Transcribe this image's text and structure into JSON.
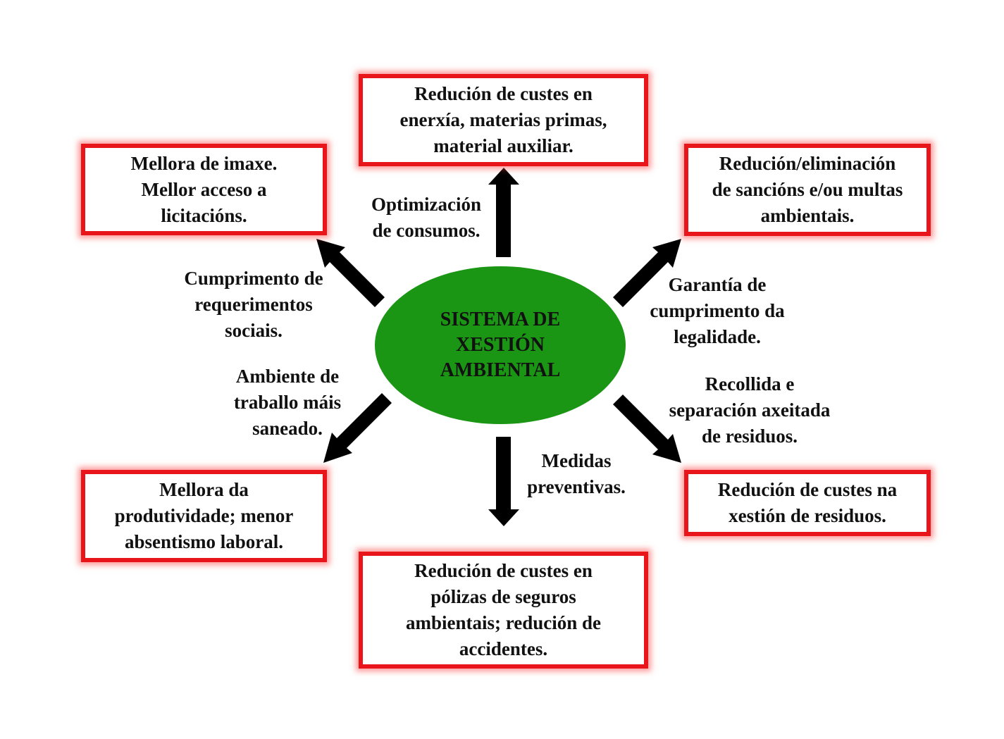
{
  "center": {
    "lines": [
      "SISTEMA DE",
      "XESTIÓN",
      "AMBIENTAL"
    ]
  },
  "colors": {
    "box_border": "#e8151b",
    "center_fill": "#1a9614",
    "arrow": "#000000"
  },
  "benefits": {
    "top": [
      "Redución de custes en",
      "enerxía, materias primas,",
      "material auxiliar."
    ],
    "top_left": [
      "Mellora de imaxe.",
      "Mellor acceso a",
      "licitacións."
    ],
    "top_right": [
      "Redución/eliminación",
      "de sancións e/ou multas",
      "ambientais."
    ],
    "bottom_left": [
      "Mellora da",
      "produtividade; menor",
      "absentismo laboral."
    ],
    "bottom_right": [
      "Redución de custes na",
      "xestión de residuos."
    ],
    "bottom": [
      "Redución de custes en",
      "pólizas de seguros",
      "ambientais; redución de",
      "accidentes."
    ]
  },
  "labels": {
    "up": [
      "Optimización",
      "de consumos."
    ],
    "up_left": [
      "Cumprimento de",
      "requerimentos",
      "sociais."
    ],
    "up_right": [
      "Garantía de",
      "cumprimento da",
      "legalidade."
    ],
    "down_left": [
      "Ambiente de",
      "traballo máis",
      "saneado."
    ],
    "down_right": [
      "Recollida  e",
      "separación axeitada",
      "de residuos."
    ],
    "down": [
      "Medidas",
      "preventivas."
    ]
  }
}
